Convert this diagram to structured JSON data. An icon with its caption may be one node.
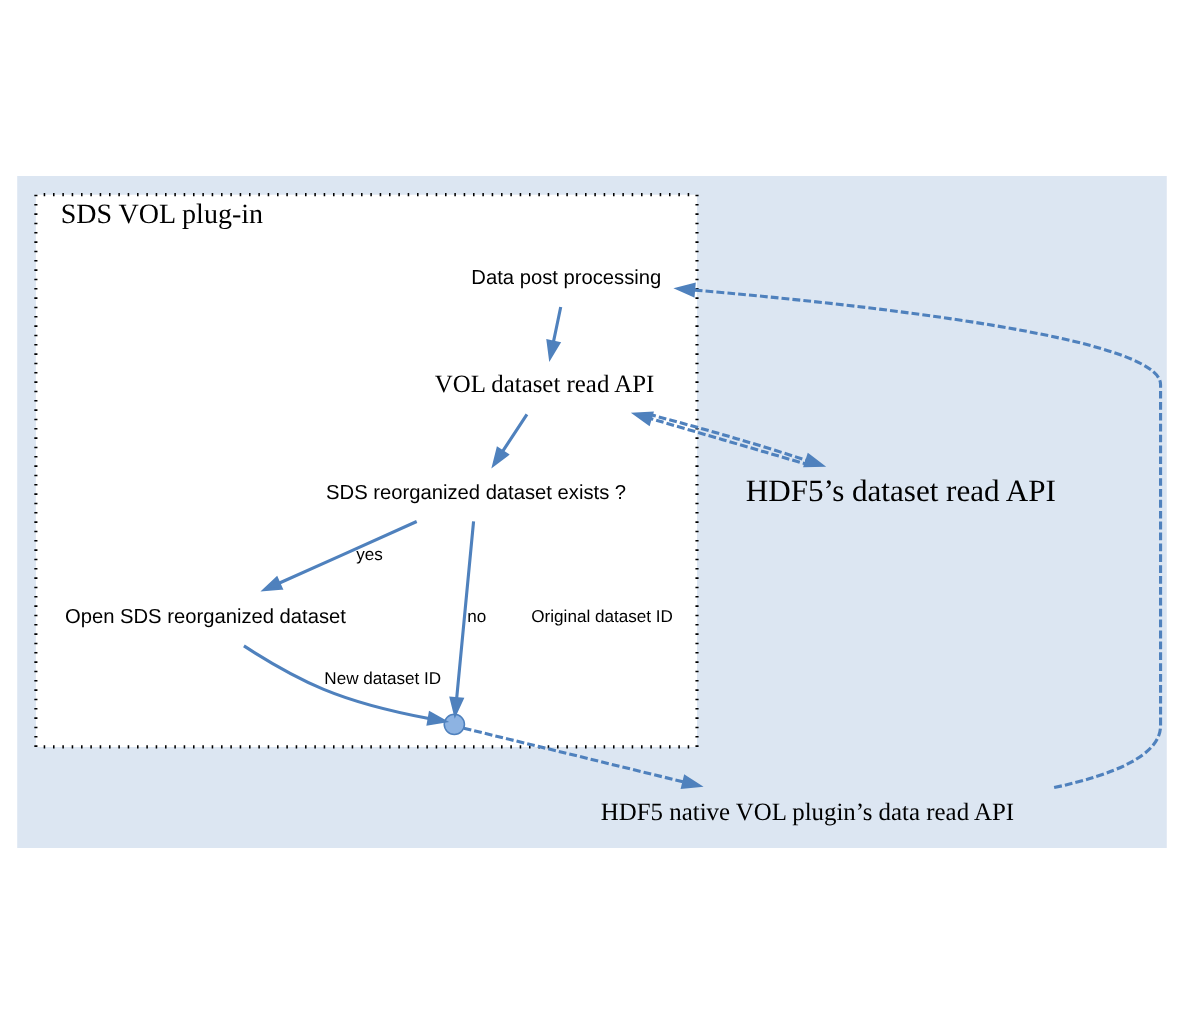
{
  "diagram": {
    "nodes": [
      {
        "text": [
          "HDF5’s dataset read API"
        ]
      },
      {
        "text": [
          "SDS VOL plug-in"
        ]
      },
      {
        "text": [
          "VOL dataset read API"
        ],
        "in": 1
      },
      {
        "text": [
          "SDS reorganized dataset exists ?"
        ],
        "in": 1
      },
      {
        "text": [
          "Open SDS reorganized dataset"
        ],
        "in": 1
      },
      {
        "text": [],
        "shape": "circle",
        "in": 1
      },
      {
        "text": [
          "Data post processing"
        ],
        "in": 1
      },
      {
        "text": [
          "HDF5 native VOL plugin’s data read API"
        ]
      }
    ],
    "edges": [
      {
        "from": 0,
        "to": 2,
        "arrow": "to",
        "style": "dashed"
      },
      {
        "from": 2,
        "to": 3,
        "arrow": "to"
      },
      {
        "from": 3,
        "to": 4,
        "arrow": "to",
        "label": "yes"
      },
      {
        "from": 3,
        "to": 5,
        "arrow": "to",
        "label": "no"
      },
      {
        "from": 4,
        "to": 5,
        "arrow": "to",
        "label": "New dataset ID"
      },
      {
        "from": 5,
        "to": 7,
        "arrow": "to",
        "style": "dashed"
      },
      {
        "from": 7,
        "to": 6,
        "arrow": "to",
        "style": "dashed"
      },
      {
        "from": 6,
        "to": 2,
        "arrow": "to"
      },
      {
        "from": 2,
        "to": 0,
        "arrow": "to",
        "style": "dashed"
      }
    ],
    "labels": [
      "Original dataset ID"
    ]
  }
}
